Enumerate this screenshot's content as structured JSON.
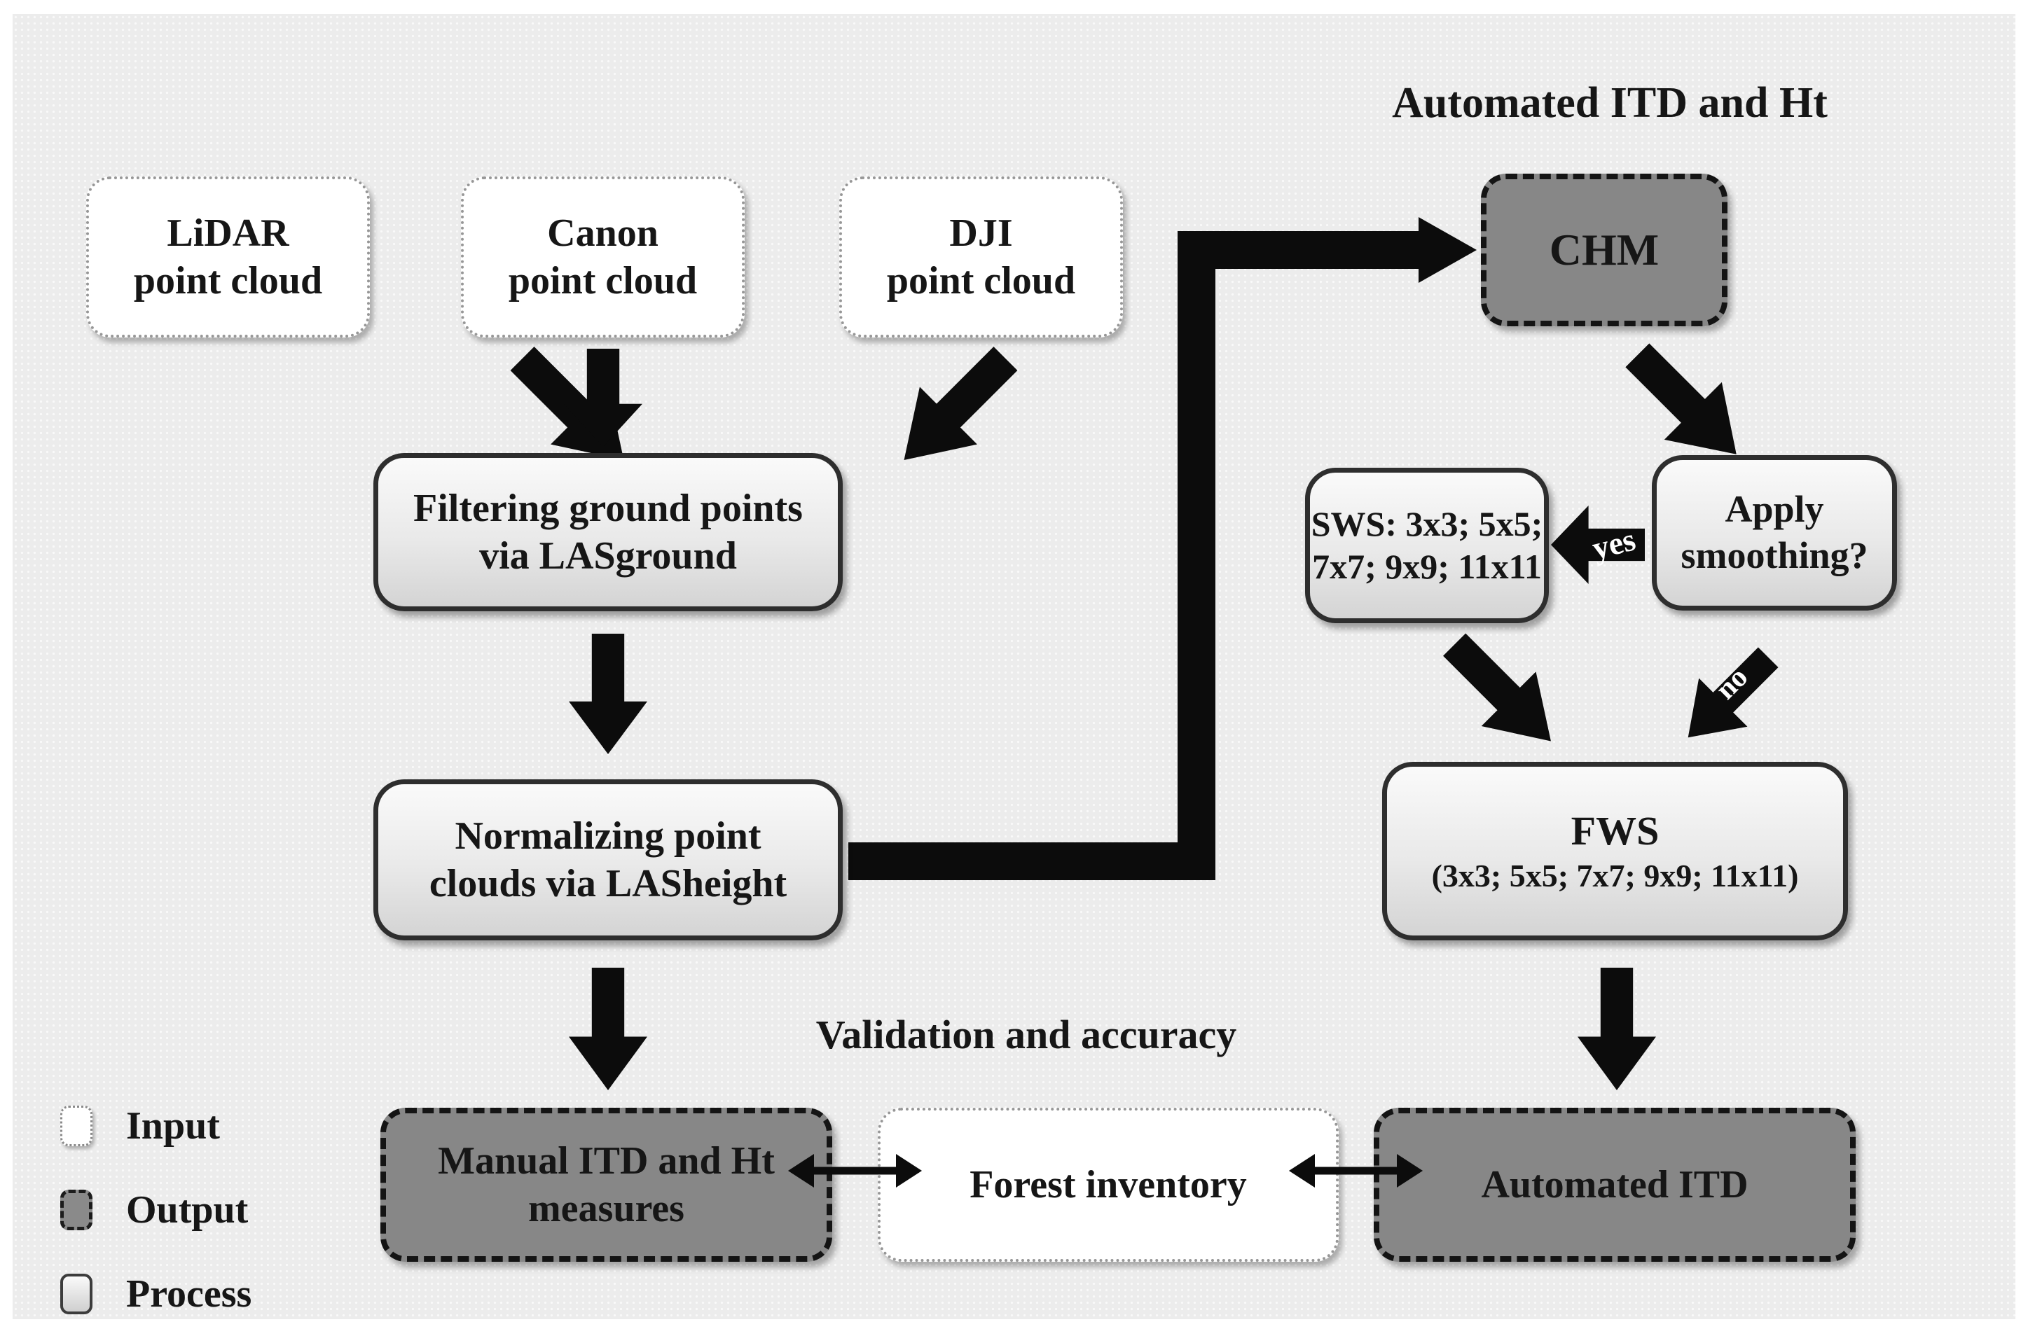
{
  "labels": {
    "top_right_title": "Automated ITD and Ht",
    "validation_caption": "Validation and accuracy",
    "yes": "yes",
    "no": "no"
  },
  "nodes": {
    "lidar": "LiDAR\npoint cloud",
    "canon": "Canon\npoint cloud",
    "dji": "DJI\npoint cloud",
    "chm": "CHM",
    "filtering": "Filtering ground points\nvia LASground",
    "sws": "SWS: 3x3; 5x5;\n7x7; 9x9; 11x11",
    "apply_smoothing": "Apply\nsmoothing?",
    "normalizing": "Normalizing point\nclouds via LASheight",
    "fws_title": "FWS",
    "fws_subtitle": "(3x3; 5x5; 7x7; 9x9; 11x11)",
    "manual_itd": "Manual ITD and Ht\nmeasures",
    "forest_inventory": "Forest inventory",
    "automated_itd": "Automated ITD"
  },
  "legend": {
    "input": "Input",
    "output": "Output",
    "process": "Process"
  },
  "colors": {
    "canvas_bg": "#ececec",
    "output_fill": "#878787",
    "process_border": "#2e2e2e",
    "arrow_black": "#0c0c0c"
  }
}
